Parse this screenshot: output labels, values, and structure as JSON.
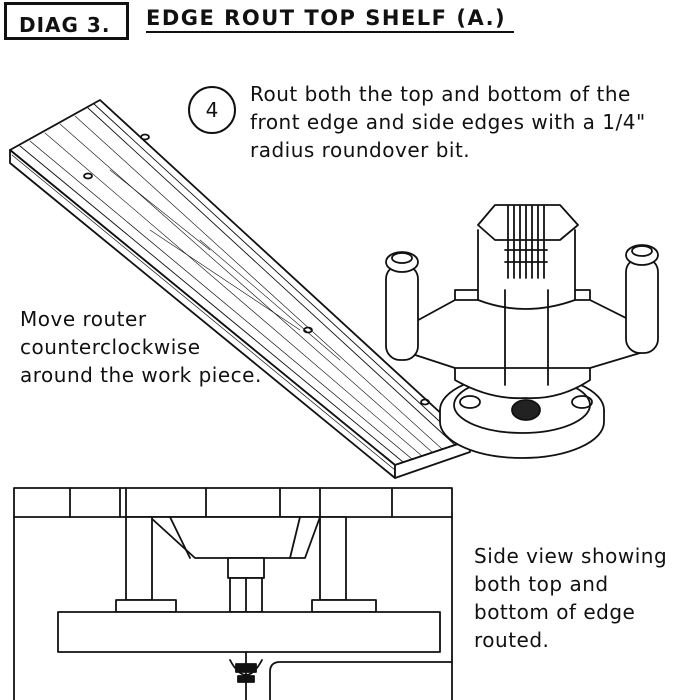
{
  "header": {
    "diagram_label": "DIAG 3.",
    "title": "EDGE ROUT TOP SHELF (A.)"
  },
  "step": {
    "number": "4",
    "lines": [
      "Rout both the top and bottom of the",
      "front edge and side edges with a 1/4\"",
      "radius roundover bit."
    ]
  },
  "move_note": {
    "lines": [
      "Move router",
      "counterclockwise",
      "around the work piece."
    ]
  },
  "side_note": {
    "lines": [
      "Side view showing",
      "both top and",
      "bottom of edge",
      "routed."
    ]
  }
}
